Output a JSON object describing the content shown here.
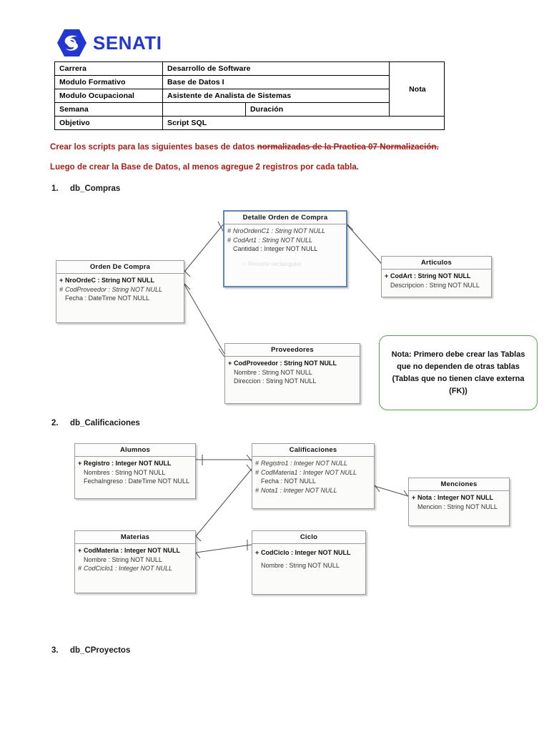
{
  "logo": {
    "name": "senati-logo",
    "text": "SENATI",
    "color": "#2137cf"
  },
  "header_table": {
    "rows": [
      {
        "label": "Carrera",
        "value": "Desarrollo de Software",
        "nota": "Nota"
      },
      {
        "label": "Modulo Formativo",
        "value": "Base de Datos I",
        "nota": ""
      },
      {
        "label": "Modulo Ocupacional",
        "value": "Asistente de Analista de Sistemas",
        "nota": ""
      },
      {
        "label": "Semana",
        "value": "",
        "mid_label": "Duración",
        "mid_value": "",
        "nota": ""
      },
      {
        "label": "Objetivo",
        "value": "Script SQL",
        "nota": ""
      }
    ]
  },
  "instructions": {
    "line1_plain": "Crear los scripts para las siguientes bases de datos ",
    "line1_struck": "normalizadas de la Practica 07 Normalización.",
    "line2": "Luego de crear la Base de Datos, al menos agregue 2 registros por cada tabla.",
    "color": "#a81d17"
  },
  "list": [
    {
      "num": "1.",
      "label": "db_Compras"
    },
    {
      "num": "2.",
      "label": "db_Calificaciones"
    },
    {
      "num": "3.",
      "label": "db_CProyectos"
    }
  ],
  "diagram_compras": {
    "ghost_text": "Recorte rectangular",
    "classes": [
      {
        "id": "orden-de-compra",
        "title": "Orden De Compra",
        "attrs": [
          {
            "sym": "+",
            "text": "NroOrdeC : String NOT NULL",
            "kind": "pk"
          },
          {
            "sym": "#",
            "text": "CodProveedor : String NOT NULL",
            "kind": "fk"
          },
          {
            "sym": "",
            "text": "Fecha : DateTime NOT NULL",
            "kind": "plain"
          }
        ]
      },
      {
        "id": "detalle-orden-de-compra",
        "title": "Detalle Orden de Compra",
        "attrs": [
          {
            "sym": "#",
            "text": "NroOrdenC1 : String NOT NULL",
            "kind": "fk"
          },
          {
            "sym": "#",
            "text": "CodArt1 : String NOT NULL",
            "kind": "fk"
          },
          {
            "sym": "",
            "text": "Cantidad : Integer NOT NULL",
            "kind": "plain"
          }
        ]
      },
      {
        "id": "articulos",
        "title": "Articulos",
        "attrs": [
          {
            "sym": "+",
            "text": "CodArt : String NOT NULL",
            "kind": "pk"
          },
          {
            "sym": "",
            "text": "Descripcion : String NOT NULL",
            "kind": "plain"
          }
        ]
      },
      {
        "id": "proveedores",
        "title": "Proveedores",
        "attrs": [
          {
            "sym": "+",
            "text": "CodProveedor : String NOT NULL",
            "kind": "pk"
          },
          {
            "sym": "",
            "text": "Nombre : String NOT NULL",
            "kind": "plain"
          },
          {
            "sym": "",
            "text": "Direccion : String NOT NULL",
            "kind": "plain"
          }
        ]
      }
    ]
  },
  "note": {
    "text": "Nota: Primero debe crear las Tablas que no dependen de otras tablas (Tablas que no tienen clave externa (FK))",
    "border_color": "#5aa14f"
  },
  "diagram_calificaciones": {
    "classes": [
      {
        "id": "alumnos",
        "title": "Alumnos",
        "attrs": [
          {
            "sym": "+",
            "text": "Registro : Integer NOT NULL",
            "kind": "pk"
          },
          {
            "sym": "",
            "text": "Nombres : String NOT NULL",
            "kind": "plain"
          },
          {
            "sym": "",
            "text": "FechaIngreso : DateTime NOT NULL",
            "kind": "plain"
          }
        ]
      },
      {
        "id": "calificaciones",
        "title": "Calificaciones",
        "attrs": [
          {
            "sym": "#",
            "text": "Registro1 : Integer NOT NULL",
            "kind": "fk"
          },
          {
            "sym": "#",
            "text": "CodMateria1 : Integer NOT NULL",
            "kind": "fk"
          },
          {
            "sym": "",
            "text": "Fecha :  NOT NULL",
            "kind": "plain"
          },
          {
            "sym": "#",
            "text": "Nota1 : Integer NOT NULL",
            "kind": "fk"
          }
        ]
      },
      {
        "id": "menciones",
        "title": "Menciones",
        "attrs": [
          {
            "sym": "+",
            "text": "Nota : Integer NOT NULL",
            "kind": "pk"
          },
          {
            "sym": "",
            "text": "Mencion : String NOT NULL",
            "kind": "plain"
          }
        ]
      },
      {
        "id": "materias",
        "title": "Materias",
        "attrs": [
          {
            "sym": "+",
            "text": "CodMateria : Integer NOT NULL",
            "kind": "pk"
          },
          {
            "sym": "",
            "text": "Nombre : String NOT NULL",
            "kind": "plain"
          },
          {
            "sym": "#",
            "text": "CodCiclo1 : Integer NOT NULL",
            "kind": "fk"
          }
        ]
      },
      {
        "id": "ciclo",
        "title": "Ciclo",
        "attrs": [
          {
            "sym": "+",
            "text": "CodCiclo : Integer NOT NULL",
            "kind": "pk"
          },
          {
            "sym": "",
            "text": "Nombre : String NOT NULL",
            "kind": "plain"
          }
        ]
      }
    ]
  }
}
